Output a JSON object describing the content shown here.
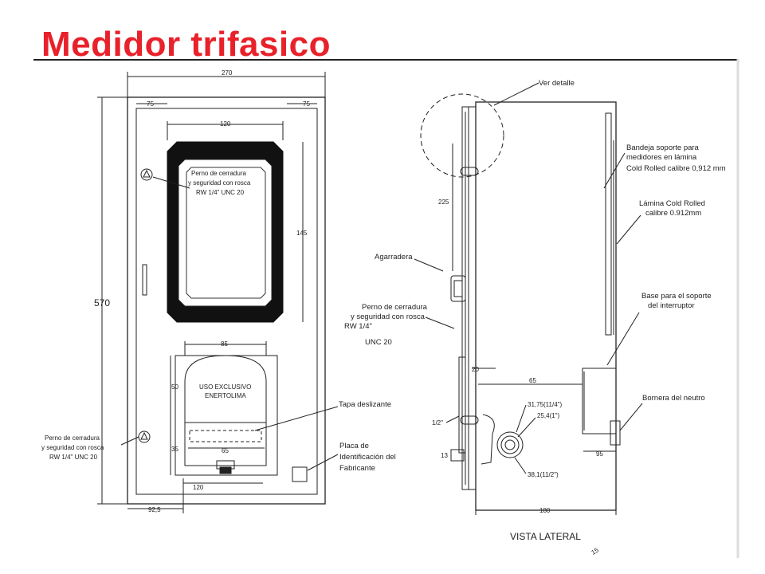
{
  "slide": {
    "title": "Medidor trifasico",
    "title_color": "#e8212a"
  },
  "front_view": {
    "dim_width": "270",
    "dim_left_margin": "75",
    "dim_right_margin": "75",
    "dim_window_width": "120",
    "dim_window_height": "145",
    "dim_height": "570",
    "dim_lower_width": "85",
    "dim_lower_h1": "50",
    "dim_lower_h2": "35",
    "dim_lower_inner": "65",
    "dim_bottom_center": "120",
    "dim_bottom_left": "92,5",
    "bolt_note_top": [
      "Perno de cerradura",
      "y seguridad con rosca",
      "RW 1/4\" UNC 20"
    ],
    "bolt_note_bottom": [
      "Perno de cerradura",
      "y seguridad con rosca",
      "RW 1/4\" UNC 20"
    ],
    "exclusive_use": [
      "USO EXCLUSIVO",
      "ENERTOLIMA"
    ],
    "sliding_cover": "Tapa deslizante",
    "id_plate": [
      "Placa de",
      "Identificación del",
      "Fabricante"
    ]
  },
  "side_view": {
    "detail_label": "Ver detalle",
    "handle_label": "Agarradera",
    "bolt_note": [
      "Perno de cerradura",
      "y seguridad con rosca",
      "RW 1/4\"",
      "UNC 20"
    ],
    "tray_label": [
      "Bandeja soporte para",
      "medidores en lámina",
      "Cold Rolled calibre 0,912 mm"
    ],
    "sheet_label": [
      "Lámina Cold Rolled",
      "calibre 0.912mm"
    ],
    "base_label": [
      "Base para el soporte",
      "del interruptor"
    ],
    "neutral_label": "Bornera del neutro",
    "dim_225": "225",
    "dim_20": "20",
    "dim_65": "65",
    "dim_95": "95",
    "dim_180": "180",
    "dim_half_inch": "1/2\"",
    "dim_13": "13",
    "knockout_1": "31,75(11/4\")",
    "knockout_2": "25,4(1\")",
    "knockout_3": "38,1(11/2\")",
    "view_title": "VISTA LATERAL",
    "page_fragment": "15"
  }
}
